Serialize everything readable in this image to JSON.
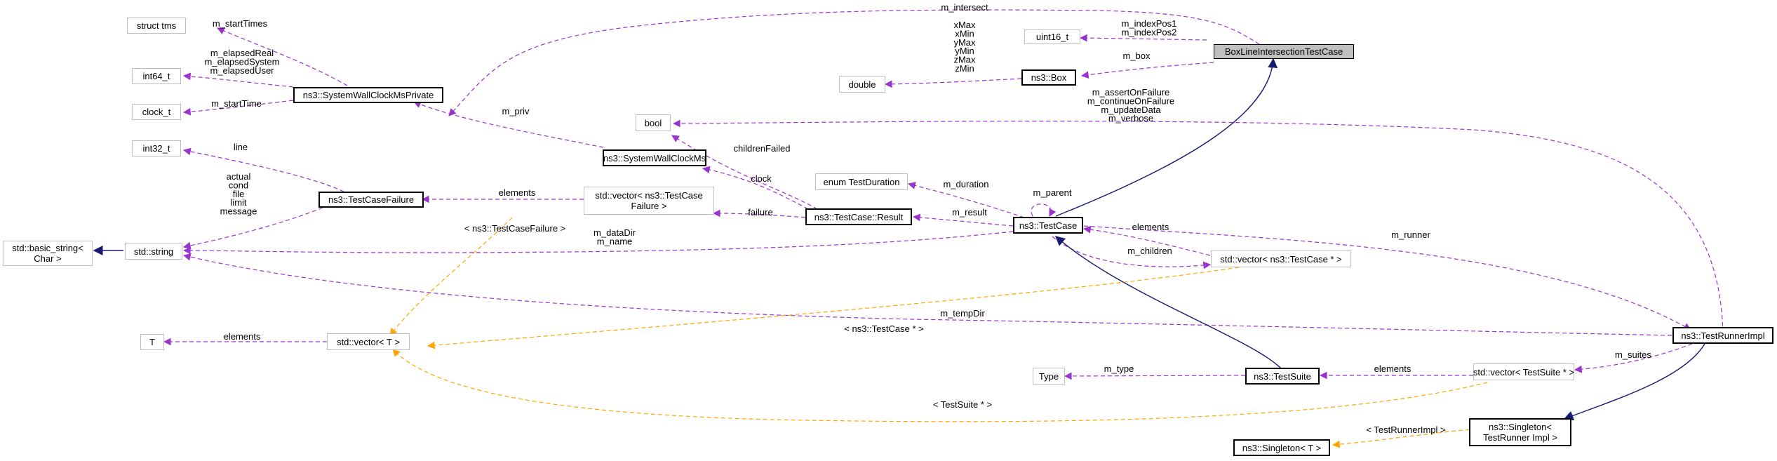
{
  "colors": {
    "member_edge": "#9a32cd",
    "inherit_edge": "#191970",
    "template_edge": "#ffa500"
  },
  "nodes": {
    "main": "BoxLineIntersectionTestCase",
    "uint16": "uint16_t",
    "double": "double",
    "box": "ns3::Box",
    "bool": "bool",
    "tms": "struct tms",
    "int64": "int64_t",
    "clock_t": "clock_t",
    "swcmp": "ns3::SystemWallClockMsPrivate",
    "swcm": "ns3::SystemWallClockMs",
    "int32": "int32_t",
    "tcf": "ns3::TestCaseFailure",
    "basic_string": "std::basic_string< Char >",
    "string": "std::string",
    "vec_failure": "std::vector< ns3::TestCase Failure >",
    "enum_duration": "enum TestDuration",
    "result": "ns3::TestCase::Result",
    "testcase": "ns3::TestCase",
    "vec_tc_ptr": "std::vector< ns3::TestCase * >",
    "T": "T",
    "vec_T": "std::vector< T >",
    "runner": "ns3::TestRunnerImpl",
    "type": "Type",
    "suite": "ns3::TestSuite",
    "vec_suite_ptr": "std::vector< TestSuite * >",
    "singleton_runner": "ns3::Singleton< TestRunner Impl >",
    "singleton_T": "ns3::Singleton< T >"
  },
  "edge_labels": {
    "m_intersect": "m_intersect",
    "m_index": "m_indexPos1\nm_indexPos2",
    "m_box": "m_box",
    "box_coords": "xMax\nxMin\nyMax\nyMin\nzMax\nzMin",
    "start_times": "m_startTimes",
    "elapsed": "m_elapsedReal\nm_elapsedSystem\nm_elapsedUser",
    "start_time": "m_startTime",
    "priv": "m_priv",
    "bool_flags": "m_assertOnFailure\nm_continueOnFailure\nm_updateData\nm_verbose",
    "children_failed": "childrenFailed",
    "clock": "clock",
    "line": "line",
    "failure_strings": "actual\ncond\nfile\nlimit\nmessage",
    "tcf_elements": "elements",
    "failure": "failure",
    "m_duration": "m_duration",
    "m_parent": "m_parent",
    "m_result": "m_result",
    "tcf_tmpl": "< ns3::TestCaseFailure >",
    "datadir": "m_dataDir\nm_name",
    "tc_elements": "elements",
    "m_children": "m_children",
    "m_runner": "m_runner",
    "m_tempdir": "m_tempDir",
    "t_elements": "elements",
    "tc_ptr_tmpl": "< ns3::TestCase * >",
    "m_suites": "m_suites",
    "m_type": "m_type",
    "suite_elements": "elements",
    "suite_tmpl": "< TestSuite * >",
    "runner_tmpl": "< TestRunnerImpl >"
  }
}
